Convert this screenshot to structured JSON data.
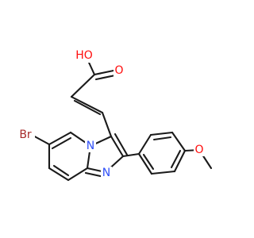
{
  "molecule": {
    "atoms": {
      "oh": {
        "text": "HO",
        "color": "#ff0d0d"
      },
      "o_carbonyl": {
        "text": "O",
        "color": "#ff0d0d"
      },
      "br": {
        "text": "Br",
        "color": "#a62929"
      },
      "n_bridge": {
        "text": "N",
        "color": "#3050f8"
      },
      "n_imine": {
        "text": "N",
        "color": "#3050f8"
      },
      "o_methoxy": {
        "text": "O",
        "color": "#ff0d0d"
      }
    },
    "bond_color": "#1a1a1a"
  }
}
